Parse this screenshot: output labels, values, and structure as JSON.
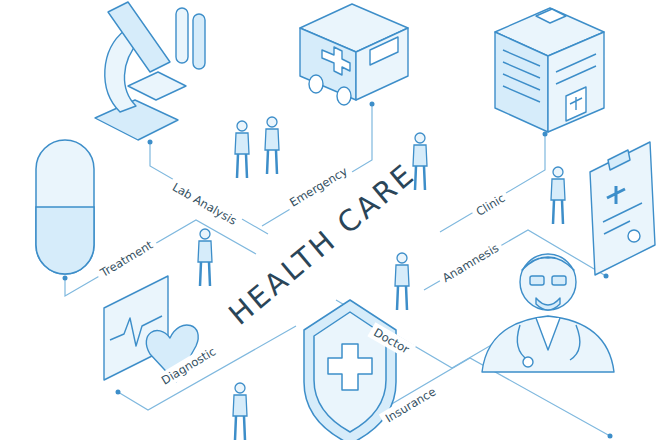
{
  "diagram": {
    "title": "HEALTH CARE",
    "labels": [
      "Lab Analysis",
      "Emergency",
      "Clinic",
      "Treatment",
      "Anamnesis",
      "Diagnostic",
      "Doctor",
      "Insurance"
    ]
  }
}
